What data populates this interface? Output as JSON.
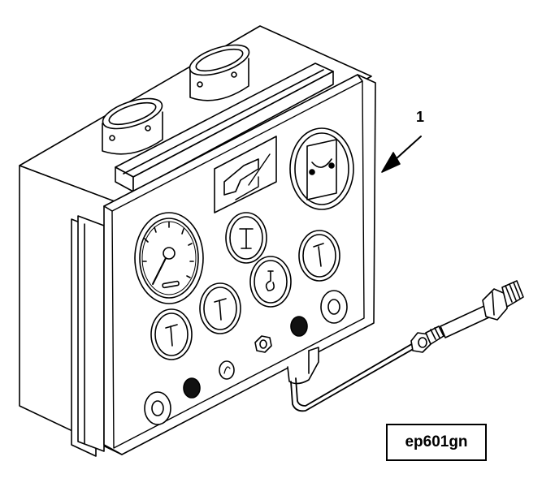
{
  "callout_label": "1",
  "figure_id": "ep601gn",
  "colors": {
    "line": "#000000",
    "fill": "#ffffff",
    "dark": "#111111"
  },
  "parts": {
    "panel": "control-panel-assembly",
    "sender": "sender-with-tube"
  }
}
